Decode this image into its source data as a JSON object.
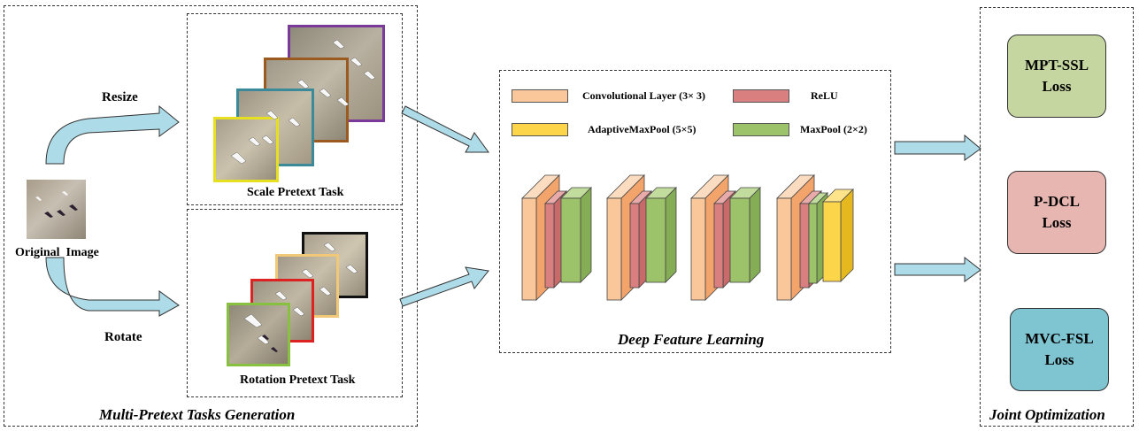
{
  "generation": {
    "title": "Multi-Pretext Tasks Generation",
    "original_label": "Original  Image",
    "resize_label": "Resize",
    "rotate_label": "Rotate",
    "scale_task_label": "Scale Pretext Task",
    "rotation_task_label": "Rotation Pretext Task",
    "scale_frame_colors": [
      "#7a3a9a",
      "#9a5a20",
      "#3a8a9a",
      "#e6e020"
    ],
    "rotation_frame_colors": [
      "#111111",
      "#f0c878",
      "#dd2222",
      "#88c040"
    ]
  },
  "learning": {
    "title": "Deep Feature Learning",
    "legend": [
      {
        "label": "Convolutional Layer (3× 3)",
        "color": "#f9c79a"
      },
      {
        "label": "ReLU",
        "color": "#d97f7f"
      },
      {
        "label": "AdaptiveMaxPool (5×5)",
        "color": "#fcd54a"
      },
      {
        "label": "MaxPool (2×2)",
        "color": "#9cc36a"
      }
    ],
    "colors": {
      "conv": "#f9c79a",
      "conv_dark": "#f3a46b",
      "relu": "#d97f7f",
      "pool": "#9cc36a",
      "adaptive": "#fcd54a"
    }
  },
  "optimization": {
    "title": "Joint Optimization",
    "losses": [
      {
        "line1": "MPT-SSL",
        "line2": "Loss",
        "color": "#c5d6a0"
      },
      {
        "line1": "P-DCL",
        "line2": "Loss",
        "color": "#e8b6b0"
      },
      {
        "line1": "MVC-FSL",
        "line2": "Loss",
        "color": "#7fc4d1"
      }
    ]
  },
  "arrow_color": "#aedbe8"
}
